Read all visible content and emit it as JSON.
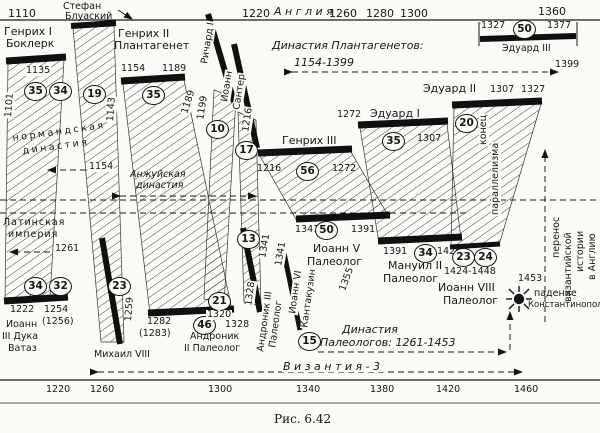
{
  "caption": "Рис. 6.42",
  "top_axis": {
    "region": "Англия",
    "y1110": "1110",
    "y1220": "1220",
    "y1260": "1260",
    "y1280": "1280",
    "y1300": "1300",
    "y1360": "1360"
  },
  "bottom_axis": {
    "scale_label": "Византия-3",
    "y1220": "1220",
    "y1260": "1260",
    "y1300": "1300",
    "y1340": "1340",
    "y1380": "1380",
    "y1420": "1420",
    "y1460": "1460"
  },
  "england": {
    "dynasty_title": "Династия Плантагенетов:",
    "dynasty_years": "1154-1399",
    "dynasty_end": "1399",
    "norman_l1": "нормандская",
    "norman_l2": "династия",
    "angevin_l1": "Анжуйская",
    "angevin_l2": "династия",
    "angevin_start": "1154",
    "henry1_name_l1": "Генрих I",
    "henry1_name_l2": "Боклерк",
    "henry1_start_v": "1101",
    "henry1_end": "1135",
    "henry1_dur1": "35",
    "henry1_dur2": "34",
    "stefan_l1": "Стефан",
    "stefan_l2": "Блуаский",
    "stefan_dur": "19",
    "henry2_name_l1": "Генрих II",
    "henry2_name_l2": "Плантагенет",
    "henry2_alt_v": "1143",
    "henry2_start": "1154",
    "henry2_end": "1189",
    "henry2_end_v": "1189",
    "henry2_dur": "35",
    "richard_name_v": "Ричард I",
    "richard_end_v": "1199",
    "richard_dur": "10",
    "john_name_v1": "Иоанн",
    "john_name_v2": "Сантер",
    "john_end_v": "1216",
    "john_dur": "17",
    "henry3_name": "Генрих III",
    "henry3_start": "1216",
    "henry3_dur": "56",
    "henry3_end": "1272",
    "edward1_name": "Эдуард I",
    "edward1_start": "1272",
    "edward1_dur": "35",
    "edward1_end": "1307",
    "edward2_name": "Эдуард II",
    "edward2_start": "1307",
    "edward2_end": "1327",
    "edward2_dur": "20",
    "edward3_name": "Эдуард III",
    "edward3_start": "1327",
    "edward3_dur": "50",
    "edward3_end": "1377"
  },
  "byzantium": {
    "dynasty_title_l1": "Династия",
    "dynasty_title_l2": "Палеологов: 1261-1453",
    "latin_l1": "Латинская",
    "latin_l2": "империя",
    "latin_end": "1261",
    "vataz_dur1": "34",
    "vataz_dur2": "32",
    "vataz_start": "1222",
    "vataz_end": "1254",
    "vataz_end_alt": "(1256)",
    "vataz_name_l1": "Иоанн",
    "vataz_name_l2": "III Дука",
    "vataz_name_l3": "Ватаз",
    "michael_name": "Михаил VIII",
    "michael_dur": "23",
    "michael_start_v": "1259",
    "michael_end": "1282",
    "michael_end_alt": "(1283)",
    "andronik2_dur": "46",
    "andronik2_name_l1": "Андроник",
    "andronik2_name_l2": "II Палеолог",
    "andronik2_end": "1328",
    "mid_dur": "21",
    "mid_year": "1320",
    "andronik3_start_v": "1328",
    "andronik3_name_v1": "Андроник III",
    "andronik3_name_v2": "Палеолог",
    "andronik3_dur": "13",
    "andronik3_end_v1": "1341",
    "andronik3_end_v2": "1341",
    "kantakuzin_name_v1": "Иоанн VI",
    "kantakuzin_name_v2": "Кантакузин",
    "kantakuzin_dur": "15",
    "kantakuzin_end_v": "1355",
    "john5_start": "1341",
    "john5_dur": "50",
    "john5_end": "1391",
    "john5_name_l1": "Иоанн V",
    "john5_name_l2": "Палеолог",
    "manuel2_start": "1391",
    "manuel2_dur": "34",
    "manuel2_end": "1425",
    "manuel2_name_l1": "Мануил II",
    "manuel2_name_l2": "Палеолог",
    "john8_dur1": "23",
    "john8_dur2": "24",
    "john8_years": "1424-1448",
    "john8_name_l1": "Иоанн VIII",
    "john8_name_l2": "Палеолог",
    "fall_year": "1453",
    "fall_l1": "падение",
    "fall_l2": "Константинополя"
  },
  "annotations": {
    "end_parallel_l1": "конец",
    "end_parallel_l2": "параллелизма",
    "transfer_l1": "перенос",
    "transfer_l2": "византийской",
    "transfer_l3": "истории",
    "transfer_l4": "в Англию"
  }
}
